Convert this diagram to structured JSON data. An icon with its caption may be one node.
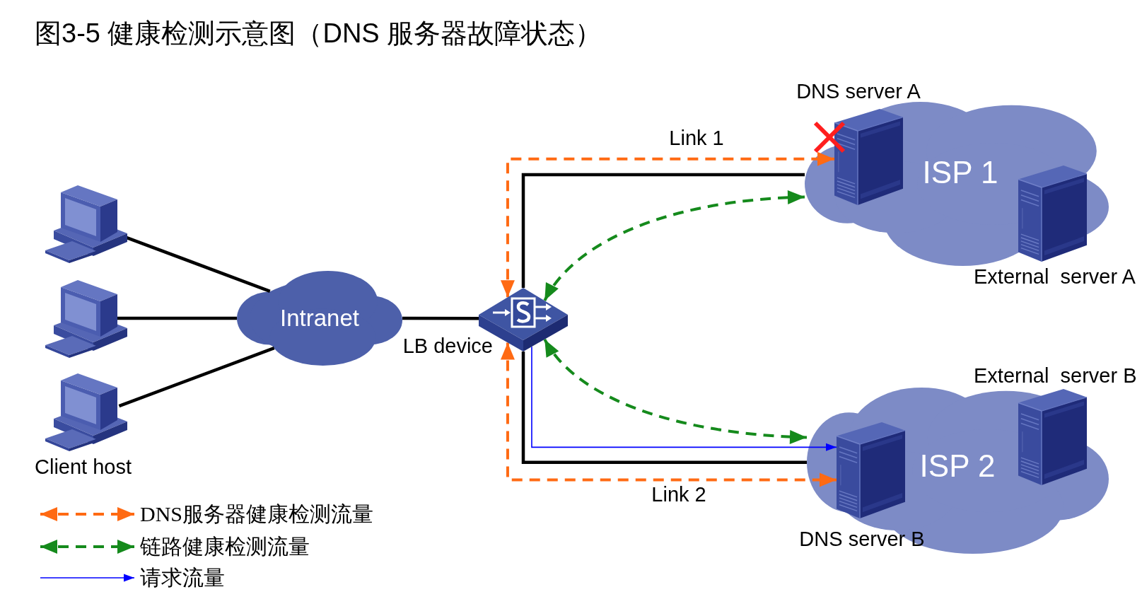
{
  "diagram": {
    "title": "图3-5 健康检测示意图（DNS 服务器故障状态）",
    "nodes": [
      {
        "text": [],
        "shape": "picture"
      },
      {
        "text": [],
        "shape": "picture"
      },
      {
        "text": [],
        "shape": "picture",
        "beside": [
          "Client host"
        ]
      },
      {
        "text": [
          "Intranet"
        ]
      },
      {
        "text": [],
        "shape": "picture",
        "beside": [
          "LB device"
        ]
      },
      {
        "text": [
          "ISP 1"
        ]
      },
      {
        "text": [],
        "shape": "picture",
        "in": 5,
        "beside": [
          "DNS server A"
        ]
      },
      {
        "text": [],
        "shape": "picture",
        "in": 5,
        "beside": [
          "External  server A"
        ]
      },
      {
        "text": [
          "ISP 2"
        ]
      },
      {
        "text": [],
        "shape": "picture",
        "in": 8,
        "beside": [
          "DNS server B"
        ]
      },
      {
        "text": [],
        "shape": "picture",
        "in": 8,
        "beside": [
          "External  server B"
        ]
      }
    ],
    "edges": [
      {
        "from": 0,
        "to": 3,
        "arrow": "none"
      },
      {
        "from": 1,
        "to": 3,
        "arrow": "none"
      },
      {
        "from": 2,
        "to": 3,
        "arrow": "none"
      },
      {
        "from": 3,
        "to": 4,
        "arrow": "none"
      },
      {
        "from": 4,
        "to": 5,
        "arrow": "none",
        "label": "Link 1"
      },
      {
        "from": 4,
        "to": 6,
        "arrow": "both",
        "style": "dashed",
        "color": "#ff6a13"
      },
      {
        "from": 4,
        "to": 5,
        "arrow": "both",
        "style": "dashed",
        "color": "#158a1c"
      },
      {
        "from": 4,
        "to": 9,
        "arrow": "to",
        "color": "#0000ff"
      },
      {
        "from": 4,
        "to": 8,
        "arrow": "none",
        "label": "Link 2"
      },
      {
        "from": 4,
        "to": 9,
        "arrow": "both",
        "style": "dashed",
        "color": "#ff6a13"
      },
      {
        "from": 4,
        "to": 8,
        "arrow": "both",
        "style": "dashed",
        "color": "#158a1c"
      }
    ],
    "legend": [
      {
        "text": "DNS服务器健康检测流量"
      },
      {
        "text": "链路健康检测流量"
      },
      {
        "text": "请求流量"
      }
    ]
  }
}
